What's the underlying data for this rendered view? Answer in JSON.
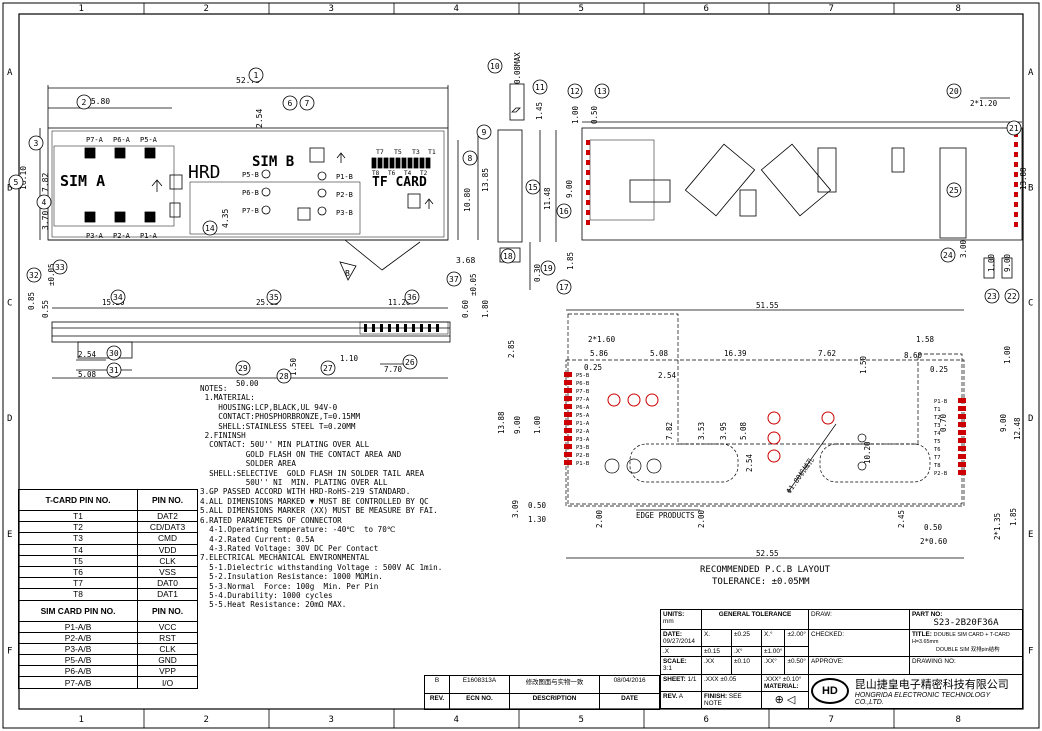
{
  "zones": {
    "columns": [
      "1",
      "2",
      "3",
      "4",
      "5",
      "6",
      "7",
      "8"
    ],
    "rows": [
      "A",
      "B",
      "C",
      "D",
      "E",
      "F"
    ]
  },
  "top_view": {
    "overall_width": "52.75",
    "sim_a_width": "15.80",
    "height": "16.10",
    "h2": "7.82",
    "h3": "3.70",
    "h4": "4.35",
    "h5": "10.80",
    "h6": "13.85",
    "gap": "2.54",
    "bottom_gap": "3.68",
    "sim_a_label": "SIM A",
    "sim_b_label": "SIM B",
    "brand": "HRD",
    "tf_label": "TF CARD",
    "pins_top_a": [
      "P7-A",
      "P6-A",
      "P5-A"
    ],
    "pins_bot_a": [
      "P3-A",
      "P2-A",
      "P1-A"
    ],
    "pins_b_left": [
      "P5-B",
      "P6-B",
      "P7-B"
    ],
    "pins_b_right": [
      "P1-B",
      "P2-B",
      "P3-B"
    ],
    "tf_pins": [
      "T7",
      "T5",
      "T3",
      "T1"
    ],
    "tf_pins2": [
      "T8",
      "T6",
      "T4",
      "T2"
    ],
    "marker_b": "B"
  },
  "side_view": {
    "thk1": "0.08MAX",
    "d1": "1.45",
    "d2": "0.50",
    "d3": "1.00",
    "d4": "9.00",
    "d5": "11.48",
    "d6": "1.85",
    "d7": "0.30"
  },
  "front_view": {
    "d1": "0.85",
    "d2": "0.55",
    "d3": "15.20",
    "d4": "25.15",
    "d5": "11.20",
    "d6": "0.60",
    "d7": "1.80",
    "d8": "2.54",
    "d9": "5.08",
    "d10": "50.00",
    "d11": "1.10",
    "d12": "7.70",
    "d13": "1.50",
    "tol": "±0.05",
    "tol2": "±0.05"
  },
  "right_view": {
    "d1": "2*1.20",
    "d2": "13.88",
    "d3": "1.00",
    "d4": "9.00",
    "d5": "3.00"
  },
  "pcb": {
    "title": "RECOMMENDED P.C.B LAYOUT",
    "tolerance": "TOLERANCE: ±0.05MM",
    "edge_label": "EDGE PRODUCTS",
    "hole_label": "Φ1.80机械孔",
    "w_top": "51.55",
    "w_bot": "52.55",
    "d": [
      "2*1.60",
      "5.86",
      "5.08",
      "16.39",
      "7.62",
      "1.58",
      "8.60",
      "0.25",
      "0.25",
      "2.54",
      "2.85",
      "13.88",
      "9.00",
      "1.00",
      "7.82",
      "3.53",
      "3.95",
      "5.08",
      "2.54",
      "10.20",
      "1.50",
      "0.70",
      "9.00",
      "12.48",
      "1.00",
      "0.50",
      "1.30",
      "3.09",
      "2.00",
      "2.00",
      "2.45",
      "0.50",
      "2*0.60",
      "2*1.35",
      "1.85"
    ],
    "pins_left": [
      "P5-B",
      "P6-B",
      "P7-B",
      "P7-A",
      "P6-A",
      "P5-A",
      "P1-A",
      "P2-A",
      "P3-A",
      "P3-B",
      "P2-B",
      "P1-B"
    ],
    "pins_right": [
      "P1-B",
      "T1",
      "T2",
      "T3",
      "T4",
      "T5",
      "T6",
      "T7",
      "T8",
      "P2-B"
    ]
  },
  "notes": [
    "NOTES:",
    " 1.MATERIAL:",
    "    HOUSING:LCP,BLACK,UL 94V-0",
    "    CONTACT:PHOSPHORBRONZE,T=0.15MM",
    "    SHELL:STAINLESS STEEL T=0.20MM",
    " 2.FININSH",
    "  CONTACT: 50U'' MIN PLATING OVER ALL",
    "          GOLD FLASH ON THE CONTACT AREA AND",
    "          SOLDER AREA",
    "  SHELL:SELECTIVE  GOLD FLASH IN SOLDER TAIL AREA",
    "          50U'' NI  MIN. PLATING OVER ALL",
    "3.GP PASSED ACCORD WITH HRD-RoHS-219 STANDARD.",
    "4.ALL DIMENSIONS MARKED ▼ MUST BE CONTROLLED BY QC",
    "5.ALL DIMENSIONS MARKER (XX) MUST BE MEASURE BY FAI.",
    "6.RATED PARAMETERS OF CONNECTOR",
    "  4-1.Operating temperature: -40℃  to 70℃",
    "  4-2.Rated Current: 0.5A",
    "  4-3.Rated Voltage: 30V DC Per Contact",
    "7.ELECTRICAL MECHANICAL ENVIRONMENTAL",
    "  5-1.Dielectric withstanding Voltage : 500V AC 1min.",
    "  5-2.Insulation Resistance: 1000 MΩMin.",
    "  5-3.Normal  Force: 100g  Min. Per Pin",
    "  5-4.Durability: 1000 cycles",
    "  5-5.Heat Resistance: 20mΩ MAX."
  ],
  "tcard_table": {
    "headers": [
      "T-CARD PIN NO.",
      "PIN NO."
    ],
    "rows": [
      [
        "T1",
        "DAT2"
      ],
      [
        "T2",
        "CD/DAT3"
      ],
      [
        "T3",
        "CMD"
      ],
      [
        "T4",
        "VDD"
      ],
      [
        "T5",
        "CLK"
      ],
      [
        "T6",
        "VSS"
      ],
      [
        "T7",
        "DAT0"
      ],
      [
        "T8",
        "DAT1"
      ]
    ]
  },
  "sim_table": {
    "headers": [
      "SIM CARD PIN NO.",
      "PIN NO."
    ],
    "rows": [
      [
        "P1-A/B",
        "VCC"
      ],
      [
        "P2-A/B",
        "RST"
      ],
      [
        "P3-A/B",
        "CLK"
      ],
      [
        "P5-A/B",
        "GND"
      ],
      [
        "P6-A/B",
        "VPP"
      ],
      [
        "P7-A/B",
        "I/O"
      ]
    ]
  },
  "revision": {
    "rev": "B",
    "ecn": "E1608313A",
    "desc": "修改图面与实物一致",
    "date": "08/04/2016",
    "h_rev": "REV.",
    "h_ecn": "ECN NO.",
    "h_desc": "DESCRIPTION",
    "h_date": "DATE"
  },
  "title_block": {
    "units_label": "UNITS:",
    "units": "mm",
    "date_label": "DATE:",
    "date": "09/27/2014",
    "scale_label": "SCALE:",
    "scale": "3:1",
    "sheet_label": "SHEET:",
    "sheet": "1/1",
    "rev_label": "REV.",
    "rev": "A",
    "gt_label": "GENERAL TOLERANCE",
    "tol": [
      [
        "X.",
        "±0.25",
        "X.°",
        "±2.00°"
      ],
      [
        ".X",
        "±0.15",
        ".X°",
        "±1.00°"
      ],
      [
        ".XX",
        "±0.10",
        ".XX°",
        "±0.50°"
      ],
      [
        ".XXX",
        "±0.05",
        ".XXX°",
        "±0.10°"
      ]
    ],
    "material_label": "MATERIAL:",
    "finish_label": "FINISH:",
    "finish": "SEE NOTE",
    "draw_label": "DRAW:",
    "checked_label": "CHECKED:",
    "approve_label": "APPROVE:",
    "part_label": "PART NO:",
    "part_no": "S23-2B20F36A",
    "title_label": "TITLE:",
    "title": "DOUBLE SIM CARD + T-CARD H=3.65mm",
    "title2": "DOUBLE SIM 双排pin结构",
    "drawing_label": "DRAWING NO:",
    "company_cn": "昆山捷皇电子精密科技有限公司",
    "company_en": "HONGRIDA ELECTRONIC TECHNOLOGY CO.,LTD.",
    "logo": "HD"
  }
}
